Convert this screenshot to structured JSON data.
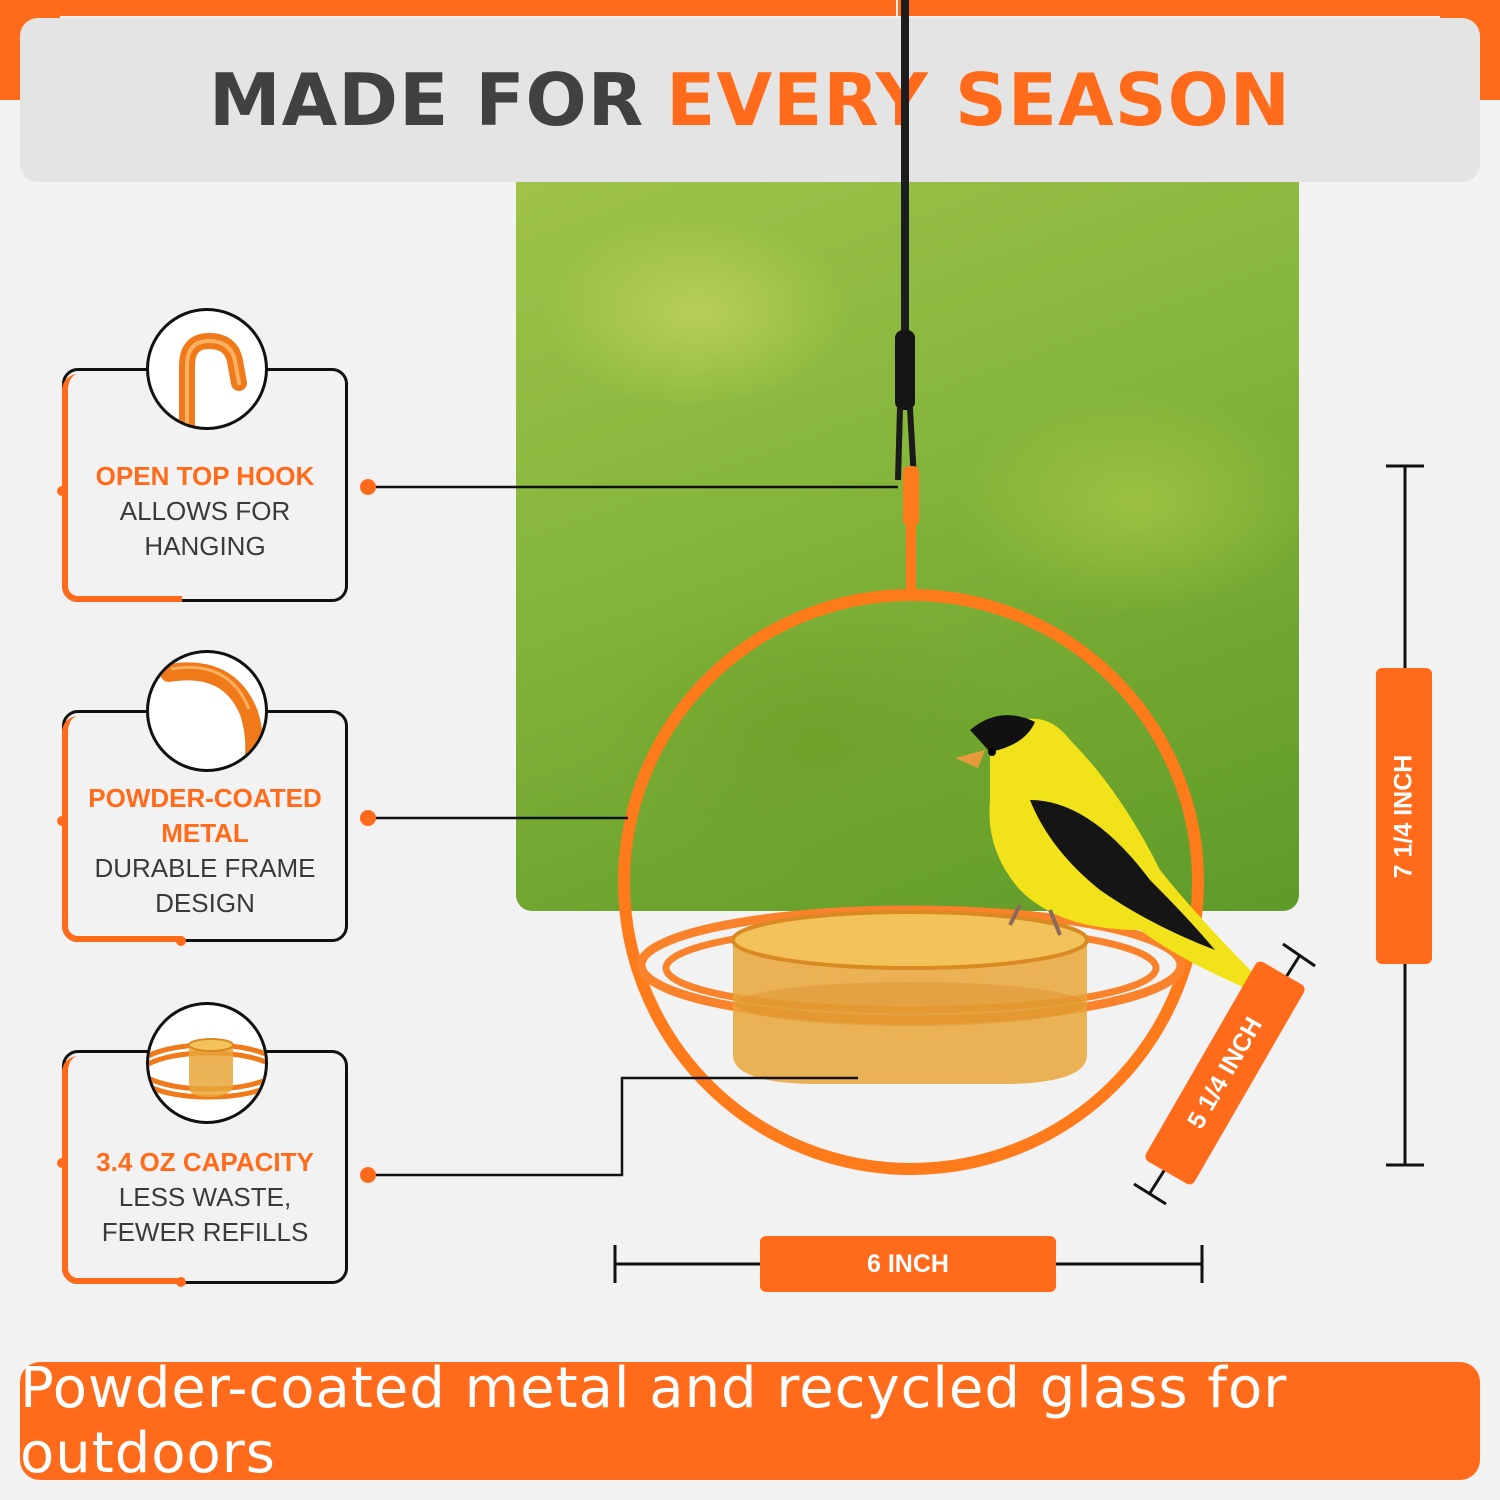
{
  "header": {
    "title_dark": "MADE FOR",
    "title_orange": "EVERY SEASON"
  },
  "features": [
    {
      "highlight": "OPEN TOP HOOK",
      "lines": [
        "ALLOWS FOR",
        "HANGING"
      ],
      "icon": "hook-icon"
    },
    {
      "highlight": "POWDER-COATED METAL",
      "lines": [
        "DURABLE FRAME",
        "DESIGN"
      ],
      "icon": "metal-ring-icon"
    },
    {
      "highlight": "3.4 OZ CAPACITY",
      "lines": [
        "LESS WASTE,",
        "FEWER REFILLS"
      ],
      "icon": "glass-cup-icon"
    }
  ],
  "dimensions": {
    "width": "6 INCH",
    "depth": "5 1/4 INCH",
    "height": "7 1/4 INCH"
  },
  "footer": {
    "text": "Powder-coated metal and recycled glass for outdoors"
  },
  "colors": {
    "accent": "#ff6b1a",
    "dark": "#414141",
    "bird_yellow": "#f2e21a"
  }
}
